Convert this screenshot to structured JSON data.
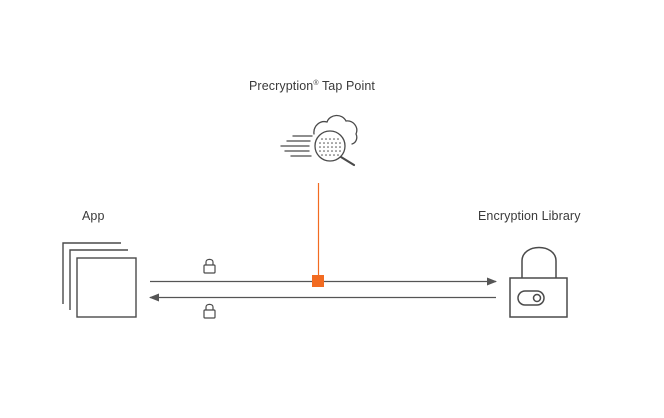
{
  "diagram": {
    "tap_point": {
      "label_main": "Precryption",
      "label_mark": "®",
      "label_rest": " Tap Point",
      "icon": "cloud-magnifier-speed-icon"
    },
    "app": {
      "label": "App",
      "icon": "stacked-windows-icon"
    },
    "encryption_library": {
      "label": "Encryption Library",
      "icon": "padlock-icon"
    },
    "connections": [
      {
        "from": "App",
        "to": "Encryption Library",
        "direction": "right",
        "icon": "lock-icon"
      },
      {
        "from": "Encryption Library",
        "to": "App",
        "direction": "left",
        "icon": "lock-icon"
      }
    ],
    "tap_marker": "tap-point-marker"
  },
  "colors": {
    "accent": "#f26b21",
    "line": "#555555",
    "icon": "#4a4a4a",
    "text": "#3a3a3a"
  }
}
